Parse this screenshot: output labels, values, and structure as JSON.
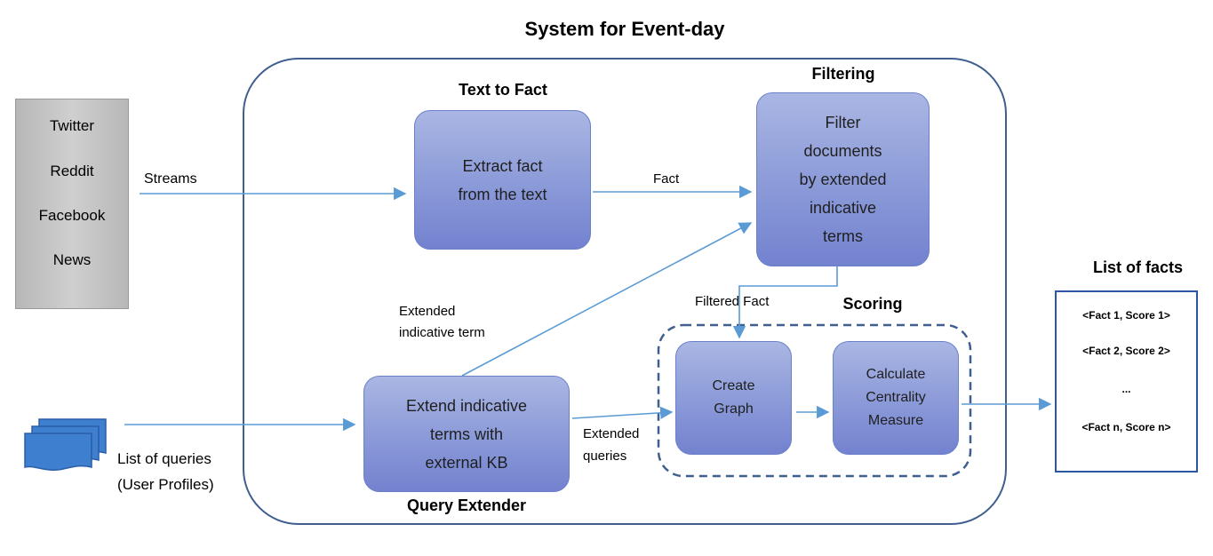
{
  "title": "System for Event-day",
  "sources": {
    "items": [
      "Twitter",
      "Reddit",
      "Facebook",
      "News"
    ]
  },
  "queries": {
    "label_line1": "List of queries",
    "label_line2": "(User Profiles)"
  },
  "stages": {
    "text_to_fact": {
      "heading": "Text to Fact",
      "line1": "Extract fact",
      "line2": "from the text"
    },
    "filtering": {
      "heading": "Filtering",
      "lines": [
        "Filter",
        "documents",
        "by extended",
        "indicative",
        "terms"
      ]
    },
    "query_extender": {
      "heading": "Query Extender",
      "lines": [
        "Extend indicative",
        "terms with",
        "external KB"
      ]
    },
    "scoring": {
      "heading": "Scoring",
      "create_graph": {
        "line1": "Create",
        "line2": "Graph"
      },
      "centrality": {
        "lines": [
          "Calculate",
          "Centrality",
          "Measure"
        ]
      }
    }
  },
  "edges": {
    "streams": "Streams",
    "fact": "Fact",
    "filtered_fact": "Filtered Fact",
    "extended_term_line1": "Extended",
    "extended_term_line2": "indicative term",
    "extended_queries_line1": "Extended",
    "extended_queries_line2": "queries"
  },
  "output": {
    "heading": "List of facts",
    "items": [
      "<Fact 1, Score 1>",
      "<Fact 2, Score 2>",
      "...",
      "<Fact n, Score n>"
    ]
  },
  "colors": {
    "arrow": "#5b9bd5",
    "container_border": "#3f5f8f",
    "output_border": "#2b56a5",
    "doc_icon": "#3f7fd0"
  }
}
